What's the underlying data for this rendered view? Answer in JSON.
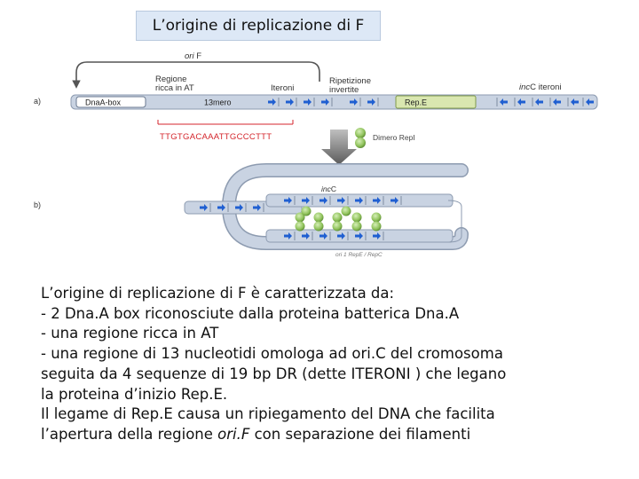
{
  "title": "L’origine di replicazione di F",
  "diagram": {
    "ori_label": "oriF",
    "ori_label_italic": "ori",
    "ori_label_rest": " F",
    "label_a": "a)",
    "label_b": "b)",
    "region_at_line1": "Regione",
    "region_at_line2": "ricca in AT",
    "iteroni": "Iteroni",
    "ripetizione_line1": "Ripetizione",
    "ripetizione_line2": "invertite",
    "inc_iteroni_italic": "inc",
    "inc_iteroni_rest": "C iteroni",
    "dnaa_box": "DnaA-box",
    "mer13": "13mero",
    "repe": "Rep.E",
    "sequence": "TTGTGACAAATTGCCCTTT",
    "dimero_label": "Dimero RepI",
    "incc_loop_italic": "inc",
    "incc_loop_rest": "C",
    "bottom_small_label": "ori 1 RepE / RepC",
    "colors": {
      "strand": "#c9d3e2",
      "strand_edge": "#8d9bb0",
      "arrow": "#1f5fd1",
      "repe_fill": "#d9e7b0",
      "red_text": "#d4262c",
      "sphere": "#8fc25b"
    }
  },
  "caption": {
    "line1": "L’origine di replicazione di F è caratterizzata da:",
    "line2": "- 2 Dna.A box riconosciute dalla proteina batterica Dna.A",
    "line3": "- una regione ricca in AT",
    "line4": "- una regione di 13 nucleotidi omologa ad ori.C del cromosoma",
    "line5": "seguita da 4 sequenze di 19 bp DR (dette ITERONI ) che legano",
    "line6": "la proteina d’inizio Rep.E.",
    "line7_a": "Il legame di Rep.E causa un ripiegamento del DNA che facilita",
    "line8_a": "l’apertura della regione ",
    "line8_italic": "ori.F",
    "line8_b": " con separazione dei filamenti"
  }
}
